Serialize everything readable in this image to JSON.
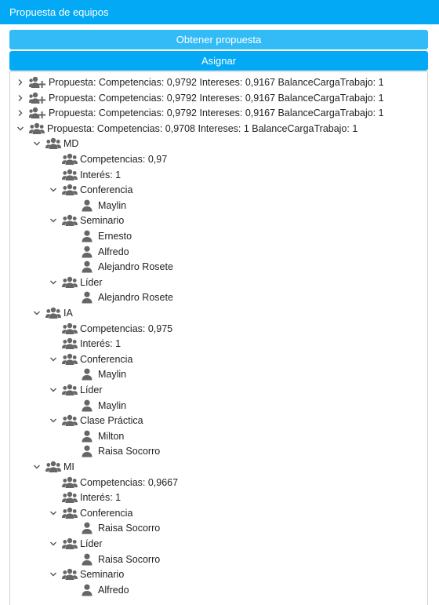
{
  "window": {
    "title": "Propuesta de equipos"
  },
  "buttons": {
    "get_proposal": "Obtener propuesta",
    "assign": "Asignar"
  },
  "tree": [
    {
      "level": 0,
      "expanded": false,
      "expandable": true,
      "icon": "group-add-icon",
      "label": "Propuesta: Competencias: 0,9792 Intereses: 0,9167 BalanceCargaTrabajo: 1"
    },
    {
      "level": 0,
      "expanded": false,
      "expandable": true,
      "icon": "group-add-icon",
      "label": "Propuesta: Competencias: 0,9792 Intereses: 0,9167 BalanceCargaTrabajo: 1"
    },
    {
      "level": 0,
      "expanded": false,
      "expandable": true,
      "icon": "group-add-icon",
      "label": "Propuesta: Competencias: 0,9792 Intereses: 0,9167 BalanceCargaTrabajo: 1"
    },
    {
      "level": 0,
      "expanded": true,
      "expandable": true,
      "icon": "group-icon",
      "label": "Propuesta: Competencias: 0,9708 Intereses: 1 BalanceCargaTrabajo: 1"
    },
    {
      "level": 1,
      "expanded": true,
      "expandable": true,
      "icon": "group-icon",
      "label": "MD"
    },
    {
      "level": 2,
      "expandable": false,
      "icon": "group-icon",
      "label": "Competencias: 0,97"
    },
    {
      "level": 2,
      "expandable": false,
      "icon": "group-icon",
      "label": "Interés: 1"
    },
    {
      "level": 2,
      "expanded": true,
      "expandable": true,
      "icon": "group-icon",
      "label": "Conferencia"
    },
    {
      "level": 3,
      "expandable": false,
      "icon": "person-icon",
      "label": "Maylin"
    },
    {
      "level": 2,
      "expanded": true,
      "expandable": true,
      "icon": "group-icon",
      "label": "Seminario"
    },
    {
      "level": 3,
      "expandable": false,
      "icon": "person-icon",
      "label": "Ernesto"
    },
    {
      "level": 3,
      "expandable": false,
      "icon": "person-icon",
      "label": "Alfredo"
    },
    {
      "level": 3,
      "expandable": false,
      "icon": "person-icon",
      "label": "Alejandro Rosete"
    },
    {
      "level": 2,
      "expanded": true,
      "expandable": true,
      "icon": "group-icon",
      "label": "Líder"
    },
    {
      "level": 3,
      "expandable": false,
      "icon": "person-icon",
      "label": "Alejandro Rosete"
    },
    {
      "level": 1,
      "expanded": true,
      "expandable": true,
      "icon": "group-icon",
      "label": "IA"
    },
    {
      "level": 2,
      "expandable": false,
      "icon": "group-icon",
      "label": "Competencias: 0,975"
    },
    {
      "level": 2,
      "expandable": false,
      "icon": "group-icon",
      "label": "Interés: 1"
    },
    {
      "level": 2,
      "expanded": true,
      "expandable": true,
      "icon": "group-icon",
      "label": "Conferencia"
    },
    {
      "level": 3,
      "expandable": false,
      "icon": "person-icon",
      "label": "Maylin"
    },
    {
      "level": 2,
      "expanded": true,
      "expandable": true,
      "icon": "group-icon",
      "label": "Líder"
    },
    {
      "level": 3,
      "expandable": false,
      "icon": "person-icon",
      "label": "Maylin"
    },
    {
      "level": 2,
      "expanded": true,
      "expandable": true,
      "icon": "group-icon",
      "label": "Clase Práctica"
    },
    {
      "level": 3,
      "expandable": false,
      "icon": "person-icon",
      "label": "Milton"
    },
    {
      "level": 3,
      "expandable": false,
      "icon": "person-icon",
      "label": "Raisa Socorro"
    },
    {
      "level": 1,
      "expanded": true,
      "expandable": true,
      "icon": "group-icon",
      "label": "MI"
    },
    {
      "level": 2,
      "expandable": false,
      "icon": "group-icon",
      "label": "Competencias: 0,9667"
    },
    {
      "level": 2,
      "expandable": false,
      "icon": "group-icon",
      "label": "Interés: 1"
    },
    {
      "level": 2,
      "expanded": true,
      "expandable": true,
      "icon": "group-icon",
      "label": "Conferencia"
    },
    {
      "level": 3,
      "expandable": false,
      "icon": "person-icon",
      "label": "Raisa Socorro"
    },
    {
      "level": 2,
      "expanded": true,
      "expandable": true,
      "icon": "group-icon",
      "label": "Líder"
    },
    {
      "level": 3,
      "expandable": false,
      "icon": "person-icon",
      "label": "Raisa Socorro"
    },
    {
      "level": 2,
      "expanded": true,
      "expandable": true,
      "icon": "group-icon",
      "label": "Seminario"
    },
    {
      "level": 3,
      "expandable": false,
      "icon": "person-icon",
      "label": "Alfredo"
    }
  ]
}
